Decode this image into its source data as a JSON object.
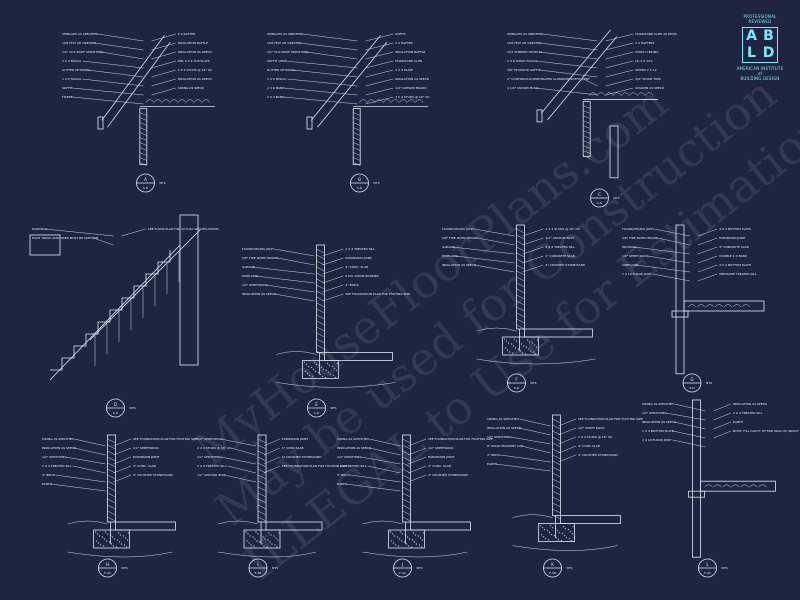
{
  "logo": {
    "top_line_1": "PROFESSIONAL",
    "top_line_2": "REVIEWED",
    "letters": [
      "A",
      "B",
      "L",
      "D"
    ],
    "bottom_line_1": "AMERICAN INSTITUTE",
    "bottom_line_2": "of",
    "bottom_line_3": "BUILDING DESIGN"
  },
  "watermark": {
    "line_1": "MyHouseFloorPlans.com",
    "line_2": "May be used for Construction",
    "line_3": "ILLEGAL to Use for Estimations"
  },
  "details": [
    {
      "tag_num": "A",
      "tag_sheet": "S-D",
      "scale": "NTS",
      "labels": [
        "SHINGLES AS SPECIFIED",
        "15# FELT OR GREATER",
        "1/2\" CDX ROOF SHEATHING",
        "2 X 4 FASCIA",
        "GUTTER OPTIONAL",
        "1 X 6 FASCIA",
        "SOFFIT",
        "FRIEZE",
        "2 X RAFTER",
        "INSULATION BAFFLE",
        "INSULATION AS SPECD",
        "DBL 2 X 4 TOP PLATE",
        "2 X 4 STUDS @ 16\" OC",
        "INSULATION AS SPECD",
        "SIDING AS SPECD"
      ]
    },
    {
      "tag_num": "B",
      "tag_sheet": "S-D",
      "scale": "NTS",
      "labels": [
        "SHINGLES AS SPECIFIED",
        "15# FELT OR GREATER",
        "1/2\" CDX ROOF SHEATHING",
        "SOFFIT VENT",
        "GUTTER OPTIONAL",
        "1 X 6 FASCIA",
        "2 X 6 BAND",
        "2 X 4 BAND",
        "SOFFIT",
        "2 X RAFTER",
        "INSULATION BAFFLE",
        "HURRICANE CLIPS",
        "2 X 4 PLATE",
        "INSULATION AS SPECD",
        "1/2\" GYPSUM BOARD",
        "2 X 4 STUDS @ 16\" OC"
      ]
    },
    {
      "tag_num": "C",
      "tag_sheet": "S-D",
      "scale": "NTS",
      "labels": [
        "SHINGLES AS SPECIFIED",
        "15# FELT OR GREATER",
        "CUT TAPERED FROM 2X",
        "1 X 8 WOOD FASCIA",
        "3/8\" PLYWOOD SOFFIT",
        "2\" CONTINUOUS PERFORATED ALUMINUM SOFFIT VENT",
        "4 1/4\" CROWN MOLD",
        "HURRICANE CLIPS AS REQD",
        "2 X RAFTERS",
        "PORCH CEILING",
        "(2) 2 X 12's",
        "RIPPED 2 X 12",
        "3/4\" WOOD TRIM",
        "COLUMN AS SPECD"
      ]
    },
    {
      "tag_num": "D",
      "tag_sheet": "S-D",
      "scale": "NTS",
      "labels": [
        "HANDRAIL",
        "EACH TREAD AND RISER MUST BE UNIFORM",
        "SEE FLOOR PLAN FOR ACTUAL SPECIFICATIONS"
      ]
    },
    {
      "tag_num": "E",
      "tag_sheet": "S-D",
      "scale": "NTS",
      "labels": [
        "FLOOR/CEILING JOIST",
        "5/8\" FIRE RATED BOARD",
        "GARAGE",
        "DWELLING",
        "1/2\" SHEETROCK",
        "INSULATION AS SPECD",
        "2 X 4 TREATED SILL",
        "EXPANSION JOINT",
        "4\" CONC. SLAB",
        "6 MIL VAPOR BARRIER",
        "4\" BRICK",
        "SEE FOUNDATION PLAN FOR FOOTING SIZE"
      ]
    },
    {
      "tag_num": "F",
      "tag_sheet": "S-D",
      "scale": "NTS",
      "labels": [
        "FLOOR/CEILING JOIST",
        "5/8\" FIRE RATED BOARD",
        "GARAGE",
        "DWELLING",
        "INSULATION AS SPECD",
        "2 X 4 STUDS @ 16\" OC",
        "1/2\" ANCHOR BOLT",
        "2 X 4 TREATED SILL",
        "4\" CONCRETE SLAB",
        "4\" CRUSHED STONE/SAND"
      ]
    },
    {
      "tag_num": "G",
      "tag_sheet": "S-D",
      "scale": "NTS",
      "labels": [
        "FLOOR/CEILING JOIST",
        "5/8\" FIRE RATED BOARD",
        "DRYWALL",
        "1/2\" SHEET ROCK",
        "SUBFLOOR",
        "2 X 10 FLOOR JOIST",
        "2 X 4 BOTTOM PLATE",
        "EXPANSION JOINT",
        "4\" CONCRETE SLAB",
        "DOUBLE 2 X BAND",
        "2 X 4 BOTTOM PLATE",
        "PRESSURE TREATED SILL"
      ]
    },
    {
      "tag_num": "H",
      "tag_sheet": "F-3A",
      "scale": "NTS",
      "labels": [
        "SIDING AS SPECIFIED",
        "INSULATION AS SPECD",
        "1/2\" SHEATHING",
        "2 X 4 TREATED SILL",
        "4\" BRICK",
        "EARTH",
        "SEE FOUNDATION PLAN FOR FOOTING SIZE",
        "1/2\" SHEETROCK",
        "EXPANSION JOINT",
        "4\" CONC. SLAB",
        "4\" CRUSHED STONE/SAND"
      ]
    },
    {
      "tag_num": "I",
      "tag_sheet": "F-3B",
      "scale": "NTS",
      "labels": [
        "1/2\" SHEETROCK",
        "2 X 4 STUDS @ 16\" OC",
        "1/2\" SHEATHING",
        "2 X 4 TREATED SILL",
        "1/2\" ANCHOR BOLT",
        "EXPANSION JOINT",
        "4\" CONC SLAB",
        "4\" CRUSHED STONE/SAND",
        "SEE FOUNDATION PLAN FOR FOOTING SIZE"
      ]
    },
    {
      "tag_num": "J",
      "tag_sheet": "F-3A",
      "scale": "NTS",
      "labels": [
        "SIDING AS SPECIFIED",
        "INSULATION AS SPECD",
        "1/2\" SHEATHING",
        "2 X 4 TREATED SILL",
        "4\" BRICK",
        "EARTH",
        "SEE FOUNDATION PLAN FOR FOOTING SIZE",
        "1/2\" SHEETROCK",
        "EXPANSION JOINT",
        "4\" CONC. SLAB",
        "4\" CRUSHED STONE/SAND"
      ]
    },
    {
      "tag_num": "K",
      "tag_sheet": "F-3B",
      "scale": "NTS",
      "labels": [
        "SIDING AS SPECIFIED",
        "INSULATION AS SPECD",
        "1/2\" SHEATHING",
        "8\" SOLID MASONRY CAP",
        "4\" BRICK",
        "EARTH",
        "SEE FOUNDATION PLAN FOR FOOTING SIZE",
        "1/2\" SHEET ROCK",
        "2 X 4 STUDS @ 16\" OC",
        "4\" CONC SLAB",
        "4\" CRUSHED STONE/SAND"
      ]
    },
    {
      "tag_num": "L",
      "tag_sheet": "F-3C",
      "scale": "NTS",
      "labels": [
        "SIDING AS SPECIFIED",
        "1/2\" SHEATHING",
        "INSULATION AS SPECD",
        "2 X 4 BOTTOM PLATE",
        "2 X 10 FLOOR JOIST",
        "INSULATION AS SPECD",
        "2 X 4 TREATED SILL",
        "EARTH",
        "NOTE: FILL CAVITY OF FND WALL W/ GROUT @ ANCHOR BOLTS"
      ]
    }
  ]
}
